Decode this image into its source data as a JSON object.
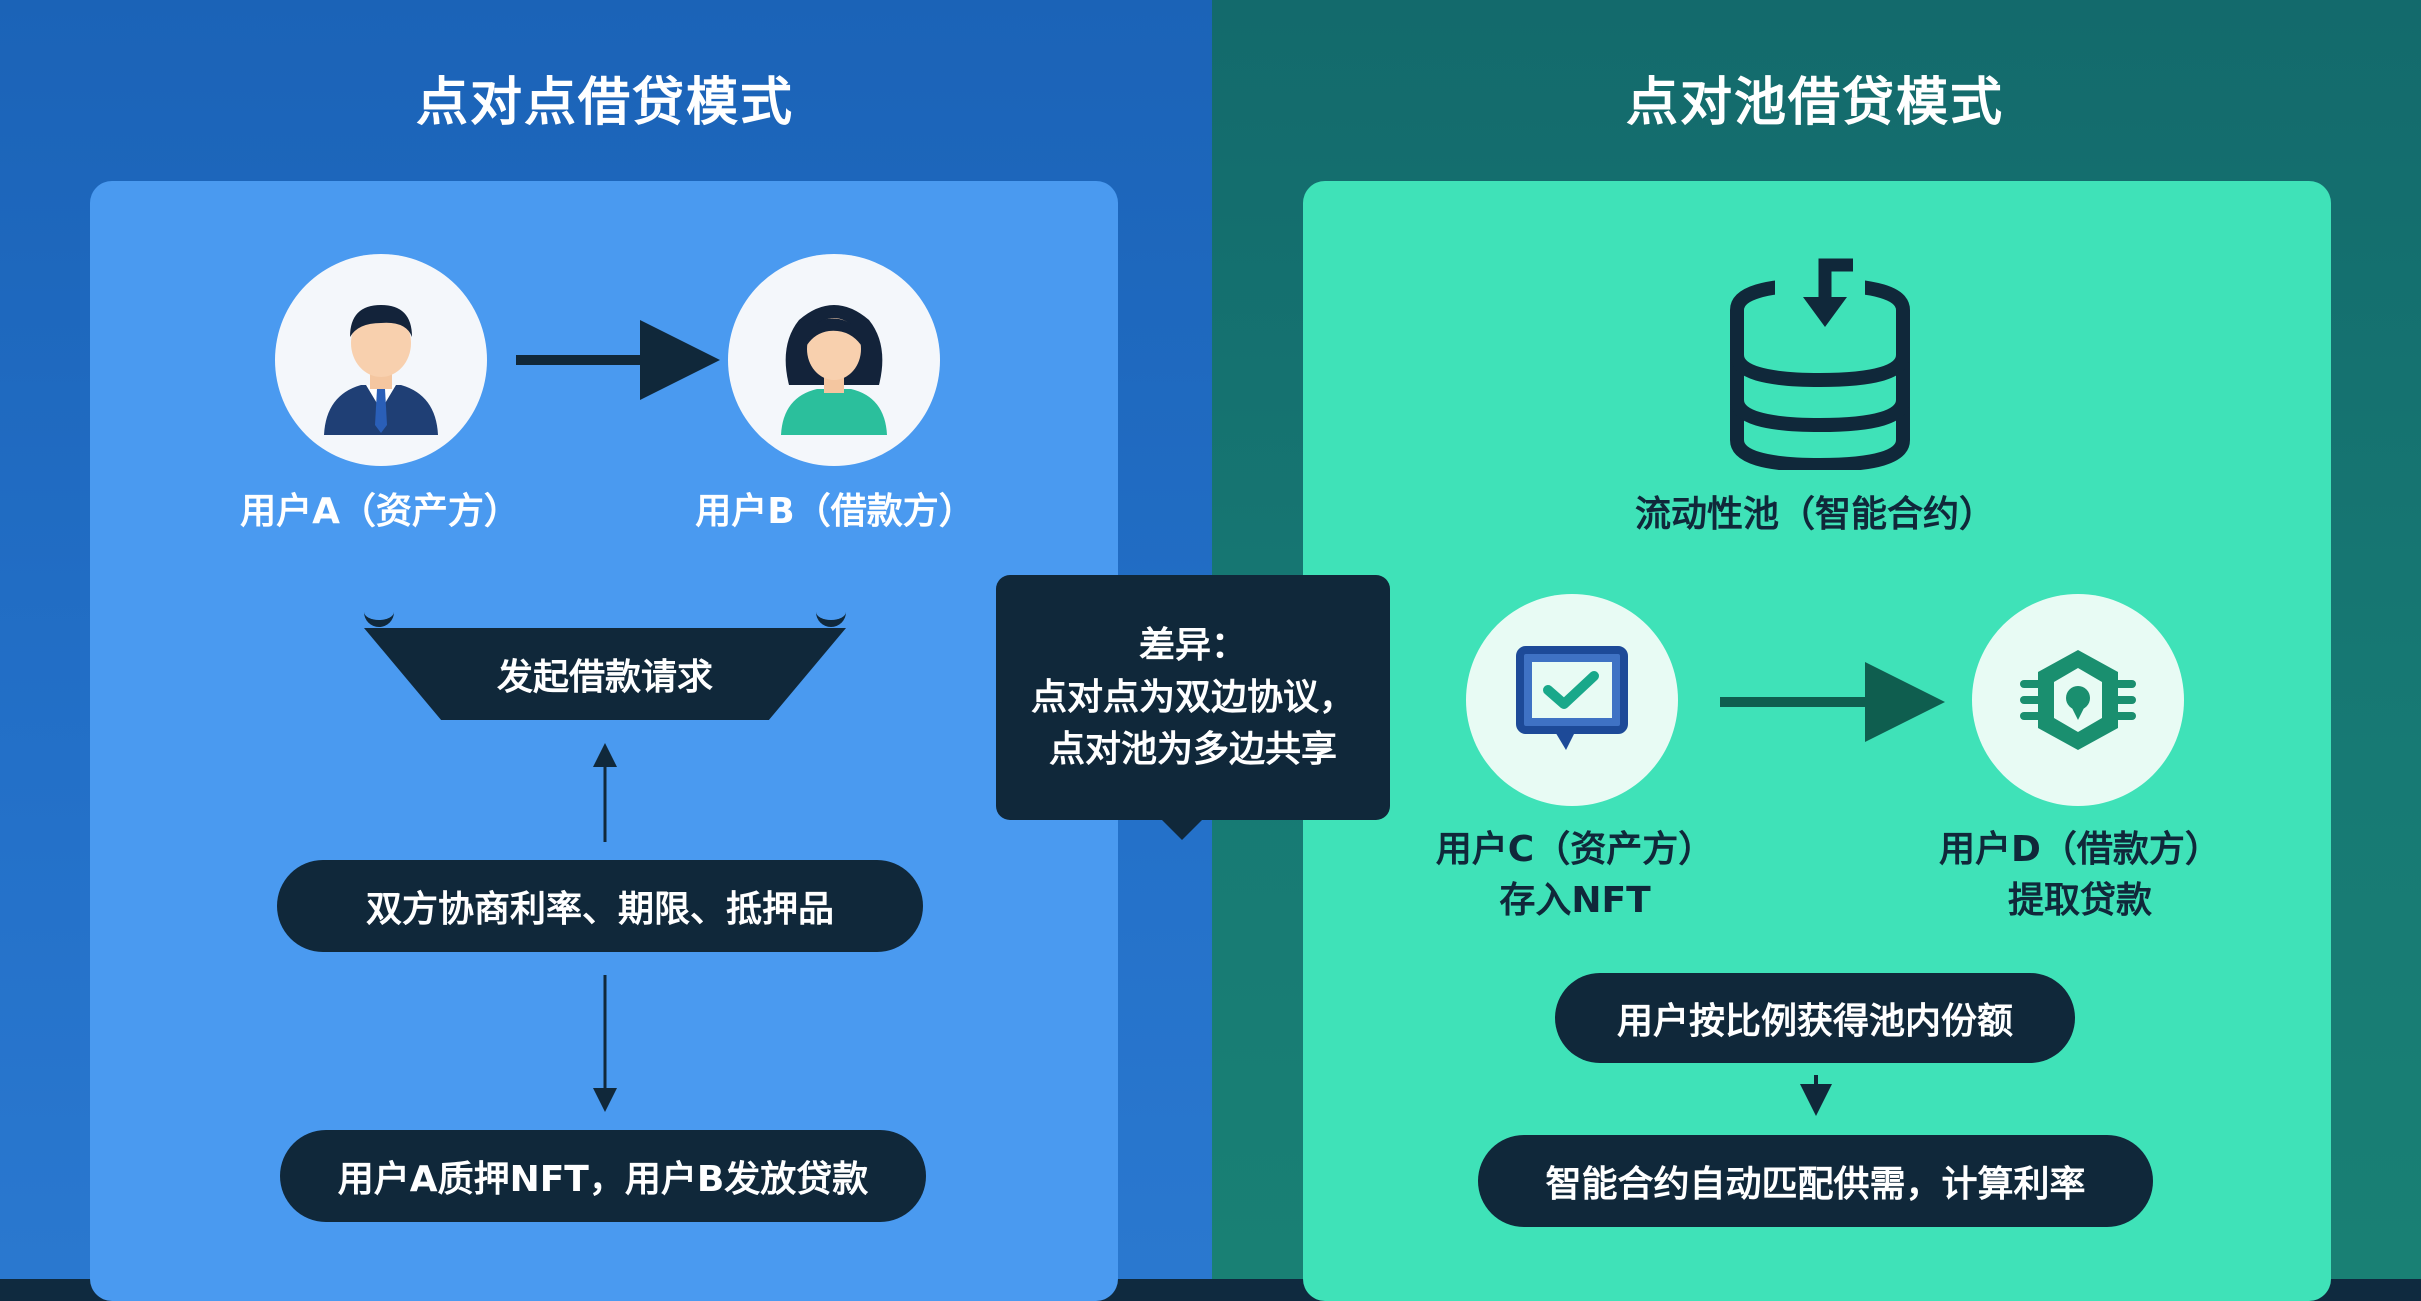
{
  "left": {
    "title": "点对点借贷模式",
    "user_a": "用户A（资产方）",
    "user_b": "用户B（借款方）",
    "request": "发起借款请求",
    "negotiate": "双方协商利率、期限、抵押品",
    "pledge": "用户A质押NFT，用户B发放贷款"
  },
  "right": {
    "title": "点对池借贷模式",
    "pool": "流动性池（智能合约）",
    "user_c": "用户C（资产方）",
    "user_c_action": "存入NFT",
    "user_d": "用户D（借款方）",
    "user_d_action": "提取贷款",
    "share": "用户按比例获得池内份额",
    "match": "智能合约自动匹配供需，计算利率"
  },
  "difference": {
    "heading": "差异：",
    "line1": "点对点为双边协议，",
    "line2": "点对池为多边共享"
  },
  "colors": {
    "left_bg": "#1b63b7",
    "left_panel": "#4a9af0",
    "right_bg": "#136a6c",
    "right_panel": "#3fe2b8",
    "dark": "#10283a"
  },
  "icons": [
    "man-avatar-icon",
    "woman-avatar-icon",
    "database-download-icon",
    "checkmark-message-icon",
    "chip-icon"
  ]
}
